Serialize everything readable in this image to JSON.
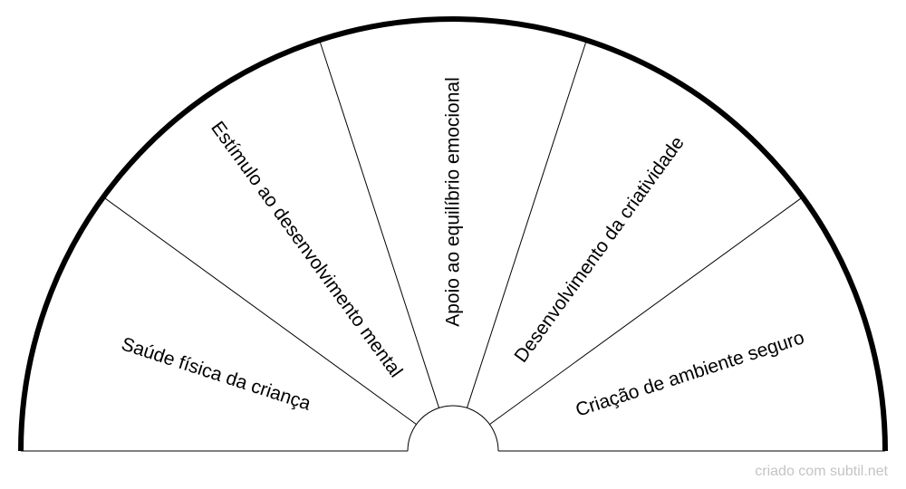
{
  "diagram": {
    "segments": [
      {
        "label": "Saúde física da criança"
      },
      {
        "label": "Estímulo ao desenvolvimento mental"
      },
      {
        "label": "Apoio ao equilíbrio emocional"
      },
      {
        "label": "Desenvolvimento da criatividade"
      },
      {
        "label": "Criação de ambiente seguro"
      }
    ],
    "colors": {
      "stroke": "#000000",
      "fill": "#ffffff"
    }
  },
  "footer": {
    "credit": "criado com subtil.net",
    "color": "#c4c4c4"
  }
}
